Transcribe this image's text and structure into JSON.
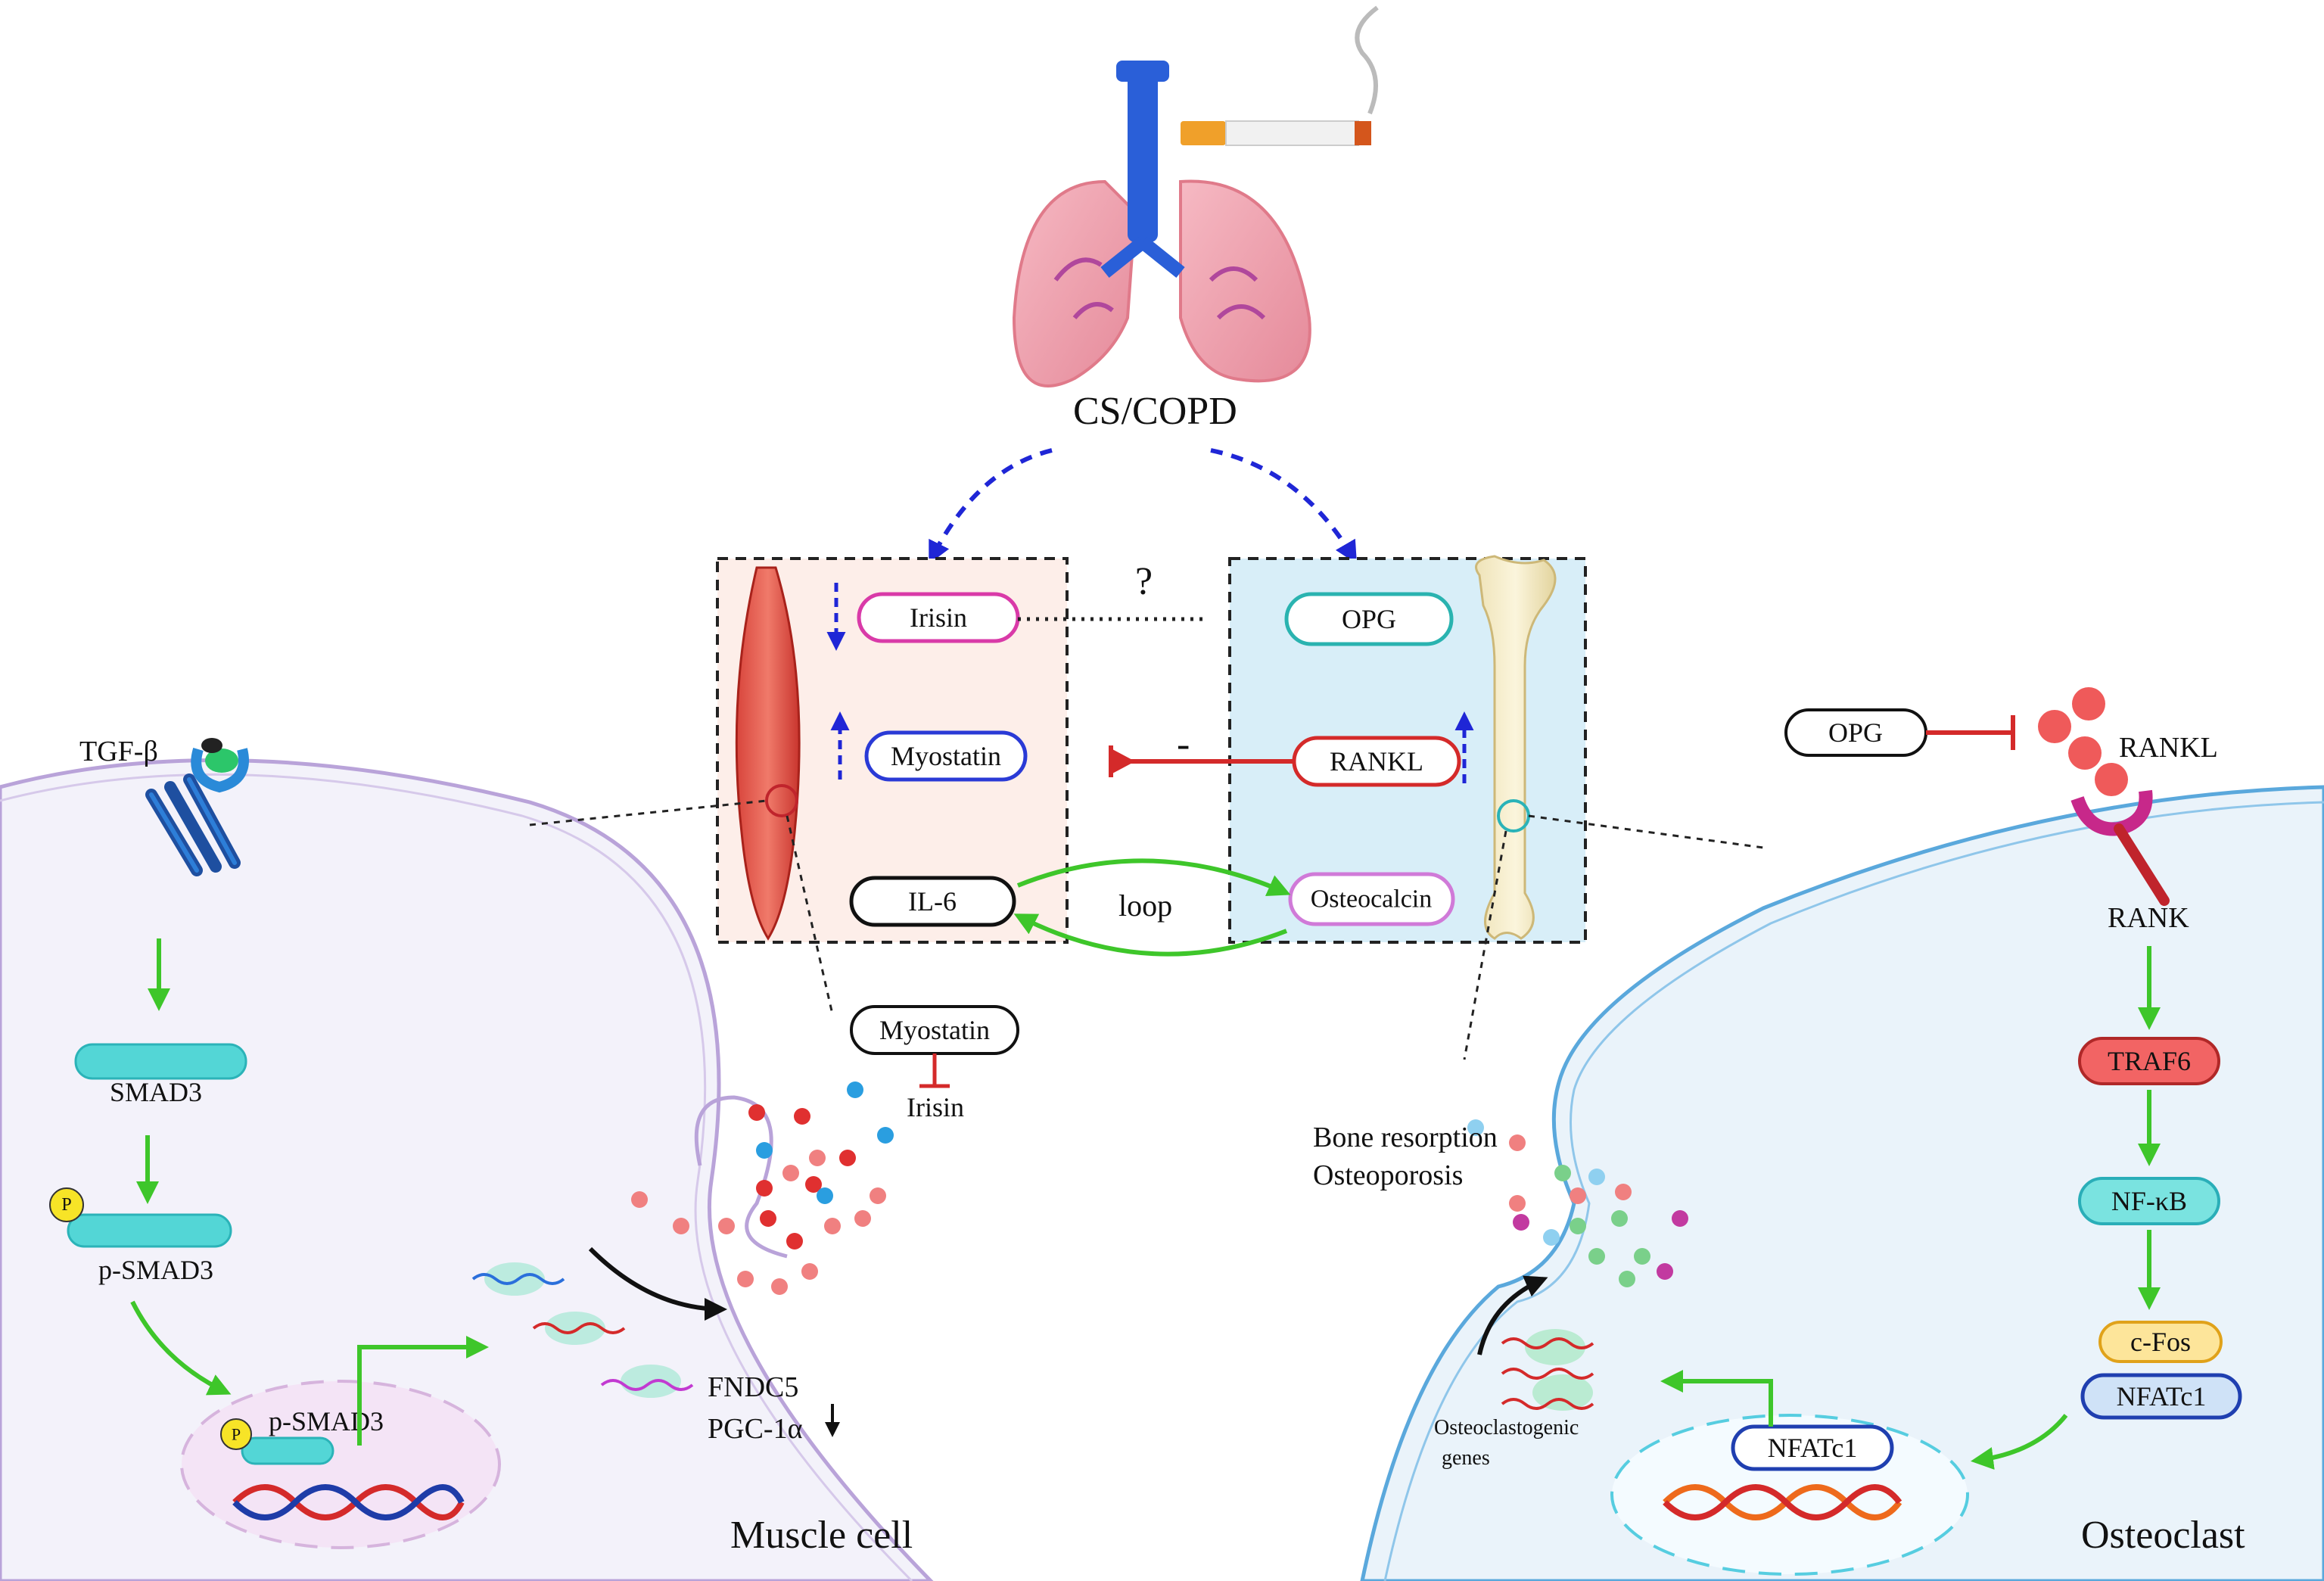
{
  "top": {
    "title": "CS/COPD"
  },
  "links": {
    "question": "?",
    "minus": "-",
    "loop": "loop"
  },
  "muscle_box": {
    "irisin": "Irisin",
    "myostatin": "Myostatin",
    "il6": "IL-6"
  },
  "bone_box": {
    "opg": "OPG",
    "rankl": "RANKL",
    "osteocalcin": "Osteocalcin"
  },
  "muscle_cell": {
    "tgf_beta": "TGF-β",
    "smad3": "SMAD3",
    "p_smad3": "p-SMAD3",
    "p_smad3_nucleus": "p-SMAD3",
    "phospho": "P",
    "fndc5": "FNDC5",
    "pgc1a": "PGC-1α",
    "inset_myostatin": "Myostatin",
    "inset_irisin": "Irisin",
    "cell_label": "Muscle cell"
  },
  "osteoclast": {
    "opg": "OPG",
    "rankl": "RANKL",
    "rank": "RANK",
    "traf6": "TRAF6",
    "nfkb": "NF-κB",
    "cfos": "c-Fos",
    "nfatc1": "NFATc1",
    "nfatc1_nucleus": "NFATc1",
    "bone_resorption": "Bone resorption",
    "osteoporosis": "Osteoporosis",
    "genes_line1": "Osteoclastogenic",
    "genes_line2": "genes",
    "cell_label": "Osteoclast"
  },
  "colors": {
    "green_arrow": "#3ec62a",
    "blue_dash": "#1f26d6",
    "red_inhibit": "#d42a2a",
    "muscle_box_bg": "#fdeee9",
    "bone_box_bg": "#d8eef8",
    "muscle_cell_membrane": "#b9a3d9",
    "osteoclast_membrane": "#5aa8dc"
  }
}
